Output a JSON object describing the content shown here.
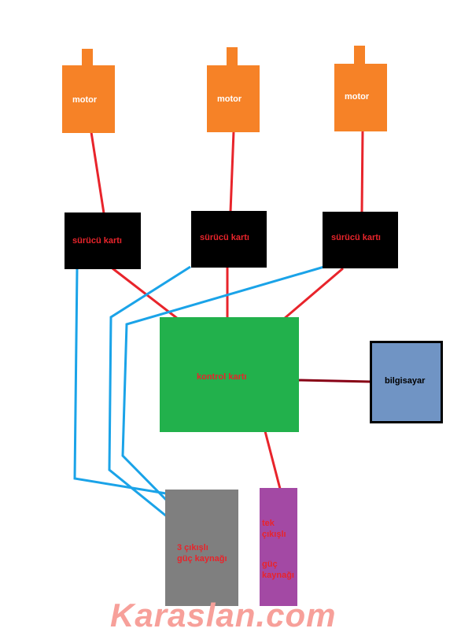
{
  "motors": [
    {
      "label": "motor"
    },
    {
      "label": "motor"
    },
    {
      "label": "motor"
    }
  ],
  "drivers": [
    {
      "label": "sürücü kartı"
    },
    {
      "label": "sürücü kartı"
    },
    {
      "label": "sürücü kartı"
    }
  ],
  "control_board": {
    "label": "kontrol kartı"
  },
  "computer": {
    "label": "bilgisayar"
  },
  "psu_three": {
    "line1": "3 çıkışlı",
    "line2": "güç kaynağı"
  },
  "psu_single": {
    "line1": "tek",
    "line2": "çıkışlı",
    "line3": "güç",
    "line4": "kaynağı"
  },
  "watermark": "Karaslan.com",
  "colors": {
    "motor": "#f68227",
    "driver": "#000000",
    "control": "#22b14c",
    "computer": "#7094c4",
    "psu_three": "#7f7f7f",
    "psu_single": "#a349a4",
    "signal_wire": "#e8242b",
    "power_wire": "#1aa3e8",
    "pc_wire": "#880015",
    "text_red": "#e8242b"
  }
}
